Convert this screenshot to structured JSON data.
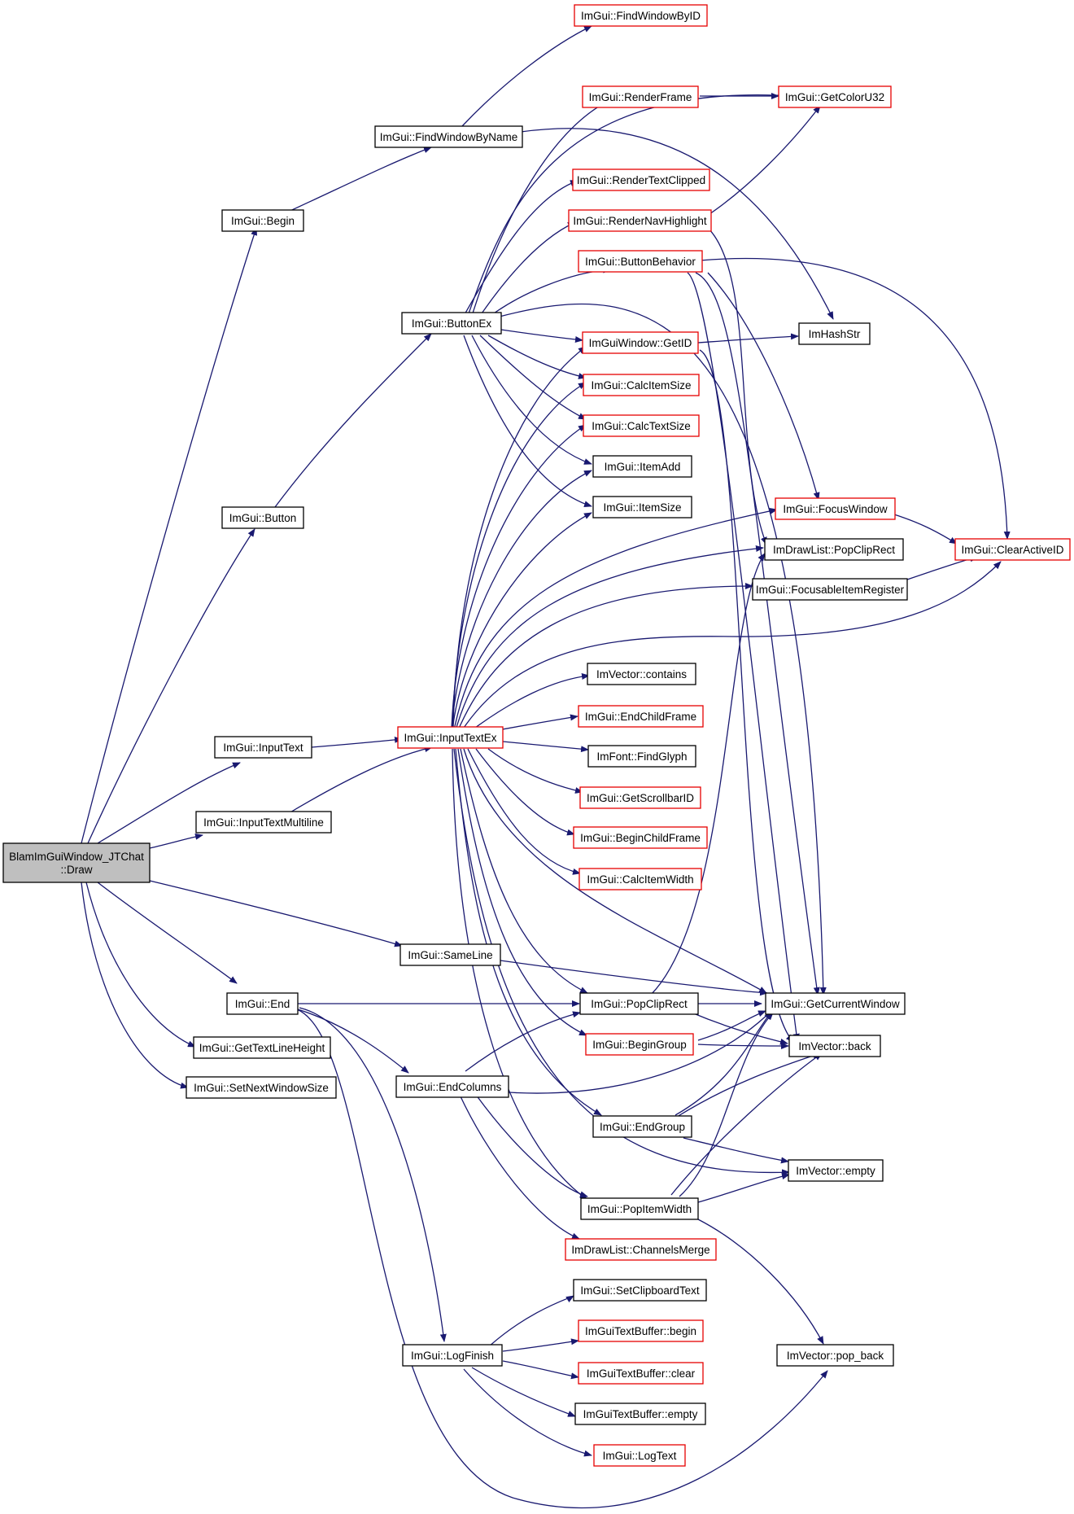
{
  "graph": {
    "nodes": [
      {
        "id": "root",
        "lines": [
          "BlamImGuiWindow_JTChat",
          "::Draw"
        ],
        "style": "root"
      },
      {
        "id": "begin",
        "lines": [
          "ImGui::Begin"
        ],
        "style": "black"
      },
      {
        "id": "button",
        "lines": [
          "ImGui::Button"
        ],
        "style": "black"
      },
      {
        "id": "inputtext",
        "lines": [
          "ImGui::InputText"
        ],
        "style": "black"
      },
      {
        "id": "inputtextml",
        "lines": [
          "ImGui::InputTextMultiline"
        ],
        "style": "black"
      },
      {
        "id": "end",
        "lines": [
          "ImGui::End"
        ],
        "style": "black"
      },
      {
        "id": "gettextlineheight",
        "lines": [
          "ImGui::GetTextLineHeight"
        ],
        "style": "black"
      },
      {
        "id": "setnextwindowsize",
        "lines": [
          "ImGui::SetNextWindowSize"
        ],
        "style": "black"
      },
      {
        "id": "findwindowbyname",
        "lines": [
          "ImGui::FindWindowByName"
        ],
        "style": "black"
      },
      {
        "id": "buttonex",
        "lines": [
          "ImGui::ButtonEx"
        ],
        "style": "black"
      },
      {
        "id": "inputtextex",
        "lines": [
          "ImGui::InputTextEx"
        ],
        "style": "red"
      },
      {
        "id": "sameline",
        "lines": [
          "ImGui::SameLine"
        ],
        "style": "black"
      },
      {
        "id": "endcolumns",
        "lines": [
          "ImGui::EndColumns"
        ],
        "style": "black"
      },
      {
        "id": "logfinish",
        "lines": [
          "ImGui::LogFinish"
        ],
        "style": "black"
      },
      {
        "id": "findwindowbyid",
        "lines": [
          "ImGui::FindWindowByID"
        ],
        "style": "red"
      },
      {
        "id": "renderframe",
        "lines": [
          "ImGui::RenderFrame"
        ],
        "style": "red"
      },
      {
        "id": "rendertextclipped",
        "lines": [
          "ImGui::RenderTextClipped"
        ],
        "style": "red"
      },
      {
        "id": "rendernavhighlight",
        "lines": [
          "ImGui::RenderNavHighlight"
        ],
        "style": "red"
      },
      {
        "id": "buttonbehavior",
        "lines": [
          "ImGui::ButtonBehavior"
        ],
        "style": "red"
      },
      {
        "id": "windowgetid",
        "lines": [
          "ImGuiWindow::GetID"
        ],
        "style": "red"
      },
      {
        "id": "calcitemsize",
        "lines": [
          "ImGui::CalcItemSize"
        ],
        "style": "red"
      },
      {
        "id": "calctextsize",
        "lines": [
          "ImGui::CalcTextSize"
        ],
        "style": "red"
      },
      {
        "id": "itemadd",
        "lines": [
          "ImGui::ItemAdd"
        ],
        "style": "black"
      },
      {
        "id": "itemsize",
        "lines": [
          "ImGui::ItemSize"
        ],
        "style": "black"
      },
      {
        "id": "vectorcontains",
        "lines": [
          "ImVector::contains"
        ],
        "style": "black"
      },
      {
        "id": "endchildframe",
        "lines": [
          "ImGui::EndChildFrame"
        ],
        "style": "red"
      },
      {
        "id": "fontfindglyph",
        "lines": [
          "ImFont::FindGlyph"
        ],
        "style": "black"
      },
      {
        "id": "getscrollbarid",
        "lines": [
          "ImGui::GetScrollbarID"
        ],
        "style": "red"
      },
      {
        "id": "beginchildframe",
        "lines": [
          "ImGui::BeginChildFrame"
        ],
        "style": "red"
      },
      {
        "id": "calcitemwidth",
        "lines": [
          "ImGui::CalcItemWidth"
        ],
        "style": "red"
      },
      {
        "id": "popcliprect",
        "lines": [
          "ImGui::PopClipRect"
        ],
        "style": "black"
      },
      {
        "id": "begingroup",
        "lines": [
          "ImGui::BeginGroup"
        ],
        "style": "red"
      },
      {
        "id": "endgroup",
        "lines": [
          "ImGui::EndGroup"
        ],
        "style": "black"
      },
      {
        "id": "popitemwidth",
        "lines": [
          "ImGui::PopItemWidth"
        ],
        "style": "black"
      },
      {
        "id": "channelsmerge",
        "lines": [
          "ImDrawList::ChannelsMerge"
        ],
        "style": "red"
      },
      {
        "id": "setclipboardtext",
        "lines": [
          "ImGui::SetClipboardText"
        ],
        "style": "black"
      },
      {
        "id": "textbufferbegin",
        "lines": [
          "ImGuiTextBuffer::begin"
        ],
        "style": "red"
      },
      {
        "id": "textbufferclear",
        "lines": [
          "ImGuiTextBuffer::clear"
        ],
        "style": "red"
      },
      {
        "id": "textbufferempty",
        "lines": [
          "ImGuiTextBuffer::empty"
        ],
        "style": "black"
      },
      {
        "id": "logtext",
        "lines": [
          "ImGui::LogText"
        ],
        "style": "red"
      },
      {
        "id": "getcoloru32",
        "lines": [
          "ImGui::GetColorU32"
        ],
        "style": "red"
      },
      {
        "id": "imhashstr",
        "lines": [
          "ImHashStr"
        ],
        "style": "black"
      },
      {
        "id": "focuswindow",
        "lines": [
          "ImGui::FocusWindow"
        ],
        "style": "red"
      },
      {
        "id": "drawlistpopcliprect",
        "lines": [
          "ImDrawList::PopClipRect"
        ],
        "style": "black"
      },
      {
        "id": "focusableitemregister",
        "lines": [
          "ImGui::FocusableItemRegister"
        ],
        "style": "black"
      },
      {
        "id": "clearactiveid",
        "lines": [
          "ImGui::ClearActiveID"
        ],
        "style": "red"
      },
      {
        "id": "getcurrentwindow",
        "lines": [
          "ImGui::GetCurrentWindow"
        ],
        "style": "black"
      },
      {
        "id": "vectorback",
        "lines": [
          "ImVector::back"
        ],
        "style": "black"
      },
      {
        "id": "vectorempty",
        "lines": [
          "ImVector::empty"
        ],
        "style": "black"
      },
      {
        "id": "vectorpopback",
        "lines": [
          "ImVector::pop_back"
        ],
        "style": "black"
      }
    ],
    "colors": {
      "edge": "#191970",
      "red_border": "#e60000",
      "root_fill": "#bfbfbf"
    }
  }
}
